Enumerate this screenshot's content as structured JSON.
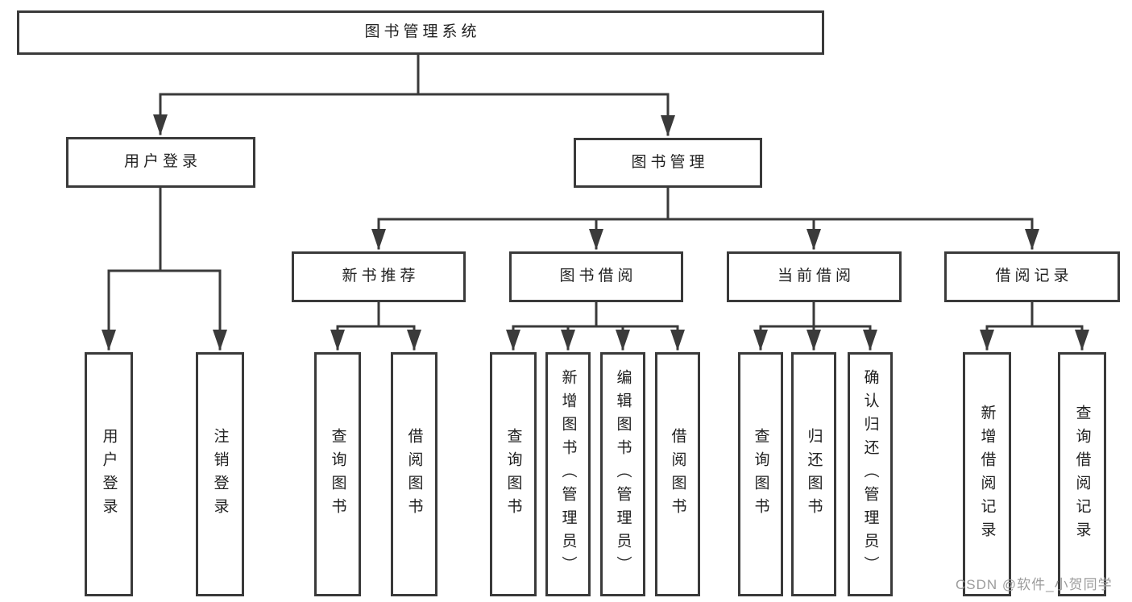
{
  "diagram": {
    "root": {
      "label": "图书管理系统"
    },
    "level2": [
      {
        "label": "用户登录"
      },
      {
        "label": "图书管理"
      }
    ],
    "level3": [
      {
        "label": "新书推荐"
      },
      {
        "label": "图书借阅"
      },
      {
        "label": "当前借阅"
      },
      {
        "label": "借阅记录"
      }
    ],
    "leaves": {
      "user_login": [
        "用户登录",
        "注销登录"
      ],
      "new_books": [
        "查询图书",
        "借阅图书"
      ],
      "book_borrowing": [
        "查询图书",
        "新增图书（管理员）",
        "编辑图书（管理员）",
        "借阅图书"
      ],
      "current_borrowing": [
        "查询图书",
        "归还图书",
        "确认归还（管理员）"
      ],
      "borrow_records": [
        "新增借阅记录",
        "查询借阅记录"
      ]
    }
  },
  "watermark": {
    "text": "CSDN @软件_小贺同学"
  },
  "colors": {
    "line": "#3a3a3a",
    "text": "#1f1f1f",
    "watermark": "#9c9c9c",
    "background": "#ffffff"
  }
}
